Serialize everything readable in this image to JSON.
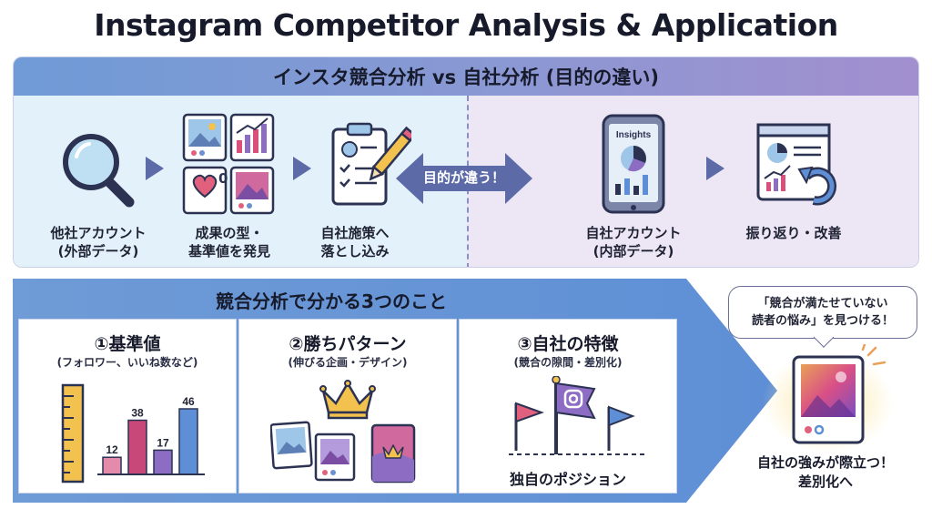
{
  "title": "Instagram Competitor Analysis & Application",
  "top": {
    "header": "インスタ競合分析 vs 自社分析 (目的の違い)",
    "left_items": [
      {
        "line1": "他社アカウント",
        "line2": "(外部データ)",
        "icon": "magnifier-icon"
      },
      {
        "line1": "成果の型・",
        "line2": "基準値を発見",
        "icon": "post-grid-icon"
      },
      {
        "line1": "自社施策へ",
        "line2": "落とし込み",
        "icon": "clipboard-pencil-icon"
      }
    ],
    "center_arrow": "目的が違う！",
    "right_items": [
      {
        "line1": "自社アカウント",
        "line2": "(内部データ)",
        "icon": "phone-insights-icon",
        "screen_text": "Insights"
      },
      {
        "line1": "振り返り・改善",
        "line2": "",
        "icon": "report-refresh-icon"
      }
    ]
  },
  "bottom": {
    "header": "競合分析で分かる3つのこと",
    "cards": [
      {
        "title": "①基準値",
        "subtitle": "(フォロワー、いいね数など)",
        "bars": [
          12,
          38,
          17,
          46
        ],
        "bar_colors": [
          "#e48bab",
          "#c8487a",
          "#8d6cc4",
          "#5e8fd6"
        ],
        "heart_count": "0"
      },
      {
        "title": "②勝ちパターン",
        "subtitle": "(伸びる企画・デザイン)"
      },
      {
        "title": "③自社の特徴",
        "subtitle": "(競合の隙間・差別化)",
        "footer": "独自のポジション"
      }
    ]
  },
  "callout": {
    "line1": "「競合が満たせていない",
    "line2": "読者の悩み」を見つける！",
    "result_line1": "自社の強みが際立つ！",
    "result_line2": "差別化へ"
  },
  "colors": {
    "accent_blue": "#6f9bd6",
    "accent_purple": "#a28fcf",
    "arrow": "#5d6aa8",
    "panel_left": "#e3f1fb",
    "panel_right": "#ece6f5"
  }
}
